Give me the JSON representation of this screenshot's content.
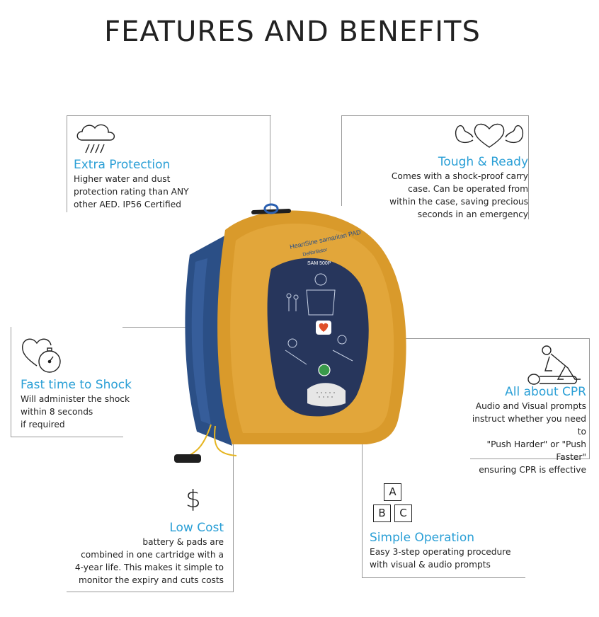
{
  "page_title": "FEATURES AND BENEFITS",
  "colors": {
    "accent": "#2a9fd6",
    "case": "#d99a2b",
    "case_side": "#2b4f86",
    "panel": "#27365c"
  },
  "device": {
    "brand": "HeartSine samaritan PAD",
    "subtitle": "Defibrillator",
    "model": "SAM 500P"
  },
  "features": [
    {
      "id": "extra-protection",
      "icon": "cloud-rain-icon",
      "title": "Extra Protection",
      "lines": [
        "Higher water and dust",
        "protection rating than ANY",
        "other AED. IP56 Certified"
      ]
    },
    {
      "id": "tough-ready",
      "icon": "strong-heart-icon",
      "title": "Tough & Ready",
      "lines": [
        "Comes with a shock-proof carry",
        "case. Can be operated from",
        "within the case, saving precious",
        "seconds in an emergency"
      ]
    },
    {
      "id": "fast-shock",
      "icon": "heart-stopwatch-icon",
      "title": "Fast time to Shock",
      "lines": [
        "Will administer the shock",
        "within 8 seconds",
        "if required"
      ]
    },
    {
      "id": "all-about-cpr",
      "icon": "cpr-person-icon",
      "title": "All about CPR",
      "lines": [
        "Audio and Visual prompts",
        "instruct whether you need to",
        "\"Push Harder\" or \"Push Faster\"",
        "ensuring CPR is effective"
      ]
    },
    {
      "id": "low-cost",
      "icon": "dollar-icon",
      "title": "Low Cost",
      "icon_glyph": "$",
      "lines": [
        "battery & pads are",
        "combined in one cartridge with a",
        "4-year life. This makes it simple to",
        "monitor the expiry and cuts costs"
      ]
    },
    {
      "id": "simple-operation",
      "icon": "abc-blocks-icon",
      "title": "Simple Operation",
      "blocks": [
        "A",
        "B",
        "C"
      ],
      "lines": [
        "Easy 3-step operating procedure",
        "with visual & audio prompts"
      ]
    }
  ]
}
